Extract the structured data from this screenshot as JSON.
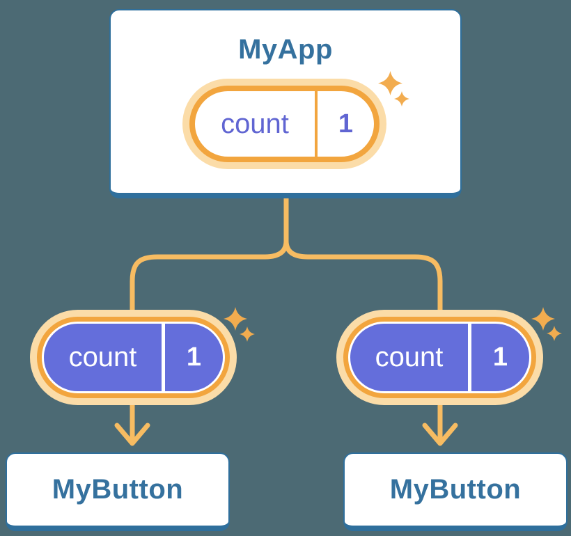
{
  "diagram": {
    "root": {
      "title": "MyApp",
      "state": {
        "label": "count",
        "value": "1"
      }
    },
    "children": [
      {
        "title": "MyButton",
        "state": {
          "label": "count",
          "value": "1"
        }
      },
      {
        "title": "MyButton",
        "state": {
          "label": "count",
          "value": "1"
        }
      }
    ],
    "colors": {
      "background": "#4C6A74",
      "card_fill": "#FFFFFF",
      "card_border": "#2F6F9C",
      "component_text": "#35719E",
      "state_text_purple": "#6065D2",
      "state_fill_purple": "#646EDB",
      "pill_ring": "#F2A53E",
      "pill_glow": "#FBDCA8",
      "connector": "#F7BC62",
      "sparkle": "#F2AC4F"
    }
  }
}
